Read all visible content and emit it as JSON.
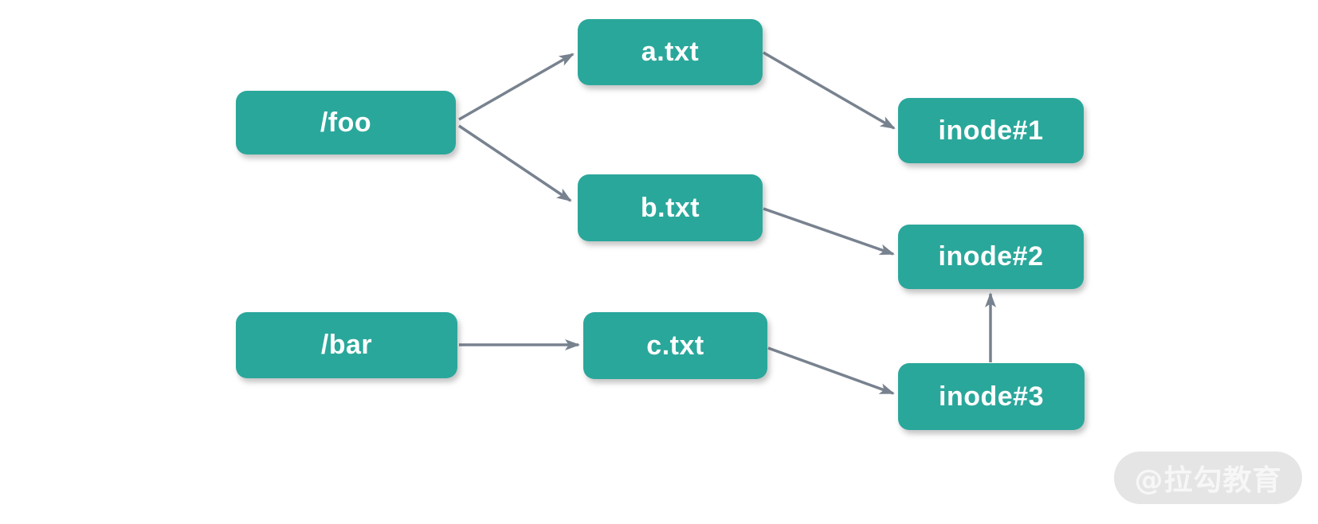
{
  "diagram": {
    "description": "Filesystem hard-link diagram: directories point to file names, file names point to inodes",
    "nodes": {
      "foo": {
        "label": "/foo",
        "type": "directory"
      },
      "bar": {
        "label": "/bar",
        "type": "directory"
      },
      "a_txt": {
        "label": "a.txt",
        "type": "file"
      },
      "b_txt": {
        "label": "b.txt",
        "type": "file"
      },
      "c_txt": {
        "label": "c.txt",
        "type": "file"
      },
      "inode1": {
        "label": "inode#1",
        "type": "inode"
      },
      "inode2": {
        "label": "inode#2",
        "type": "inode"
      },
      "inode3": {
        "label": "inode#3",
        "type": "inode"
      }
    },
    "edges": [
      {
        "from": "/foo",
        "to": "a.txt"
      },
      {
        "from": "/foo",
        "to": "b.txt"
      },
      {
        "from": "a.txt",
        "to": "inode#1"
      },
      {
        "from": "b.txt",
        "to": "inode#2"
      },
      {
        "from": "/bar",
        "to": "c.txt"
      },
      {
        "from": "c.txt",
        "to": "inode#3"
      },
      {
        "from": "inode#3",
        "to": "inode#2"
      }
    ],
    "colors": {
      "node_fill": "#2aa79b",
      "node_text": "#ffffff",
      "arrow": "#78828f",
      "background": "#ffffff",
      "watermark_bg": "#e5e5e5",
      "watermark_text": "#f7f7f7"
    }
  },
  "watermark": {
    "label": "@拉勾教育"
  }
}
